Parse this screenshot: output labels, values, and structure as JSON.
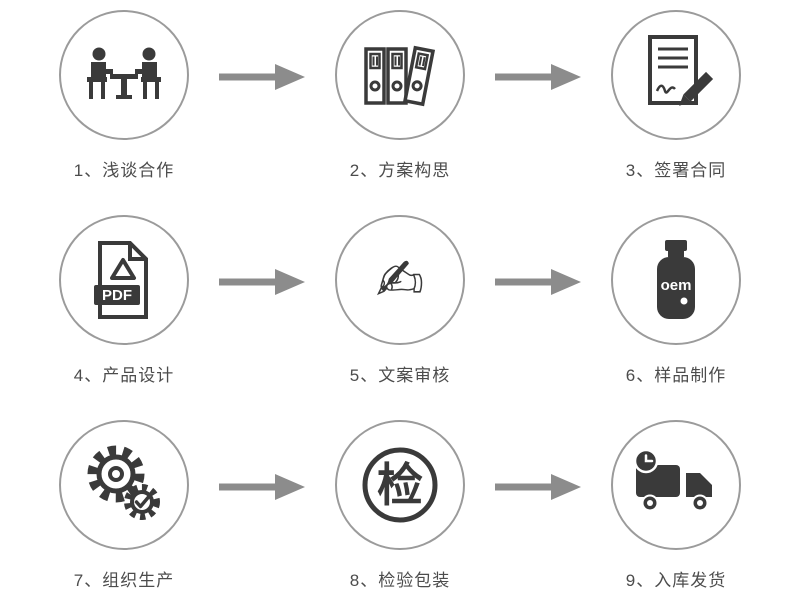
{
  "steps": [
    {
      "label": "1、浅谈合作",
      "icon": "meeting-icon"
    },
    {
      "label": "2、方案构思",
      "icon": "binders-icon"
    },
    {
      "label": "3、签署合同",
      "icon": "contract-signing-icon"
    },
    {
      "label": "4、产品设计",
      "icon": "pdf-document-icon"
    },
    {
      "label": "5、文案审核",
      "icon": "writing-hand-icon"
    },
    {
      "label": "6、样品制作",
      "icon": "oem-bottle-icon"
    },
    {
      "label": "7、组织生产",
      "icon": "gears-icon"
    },
    {
      "label": "8、检验包装",
      "icon": "inspection-stamp-icon"
    },
    {
      "label": "9、入库发货",
      "icon": "delivery-truck-icon"
    }
  ],
  "icon_texts": {
    "pdf": "PDF",
    "oem": "oem",
    "inspection": "检",
    "writing_glyph": "✍"
  },
  "colors": {
    "icon": "#3a3a3a",
    "circle_border": "#9b9b9b",
    "arrow": "#8c8c8c",
    "label": "#4c4c4c",
    "background": "#ffffff"
  }
}
